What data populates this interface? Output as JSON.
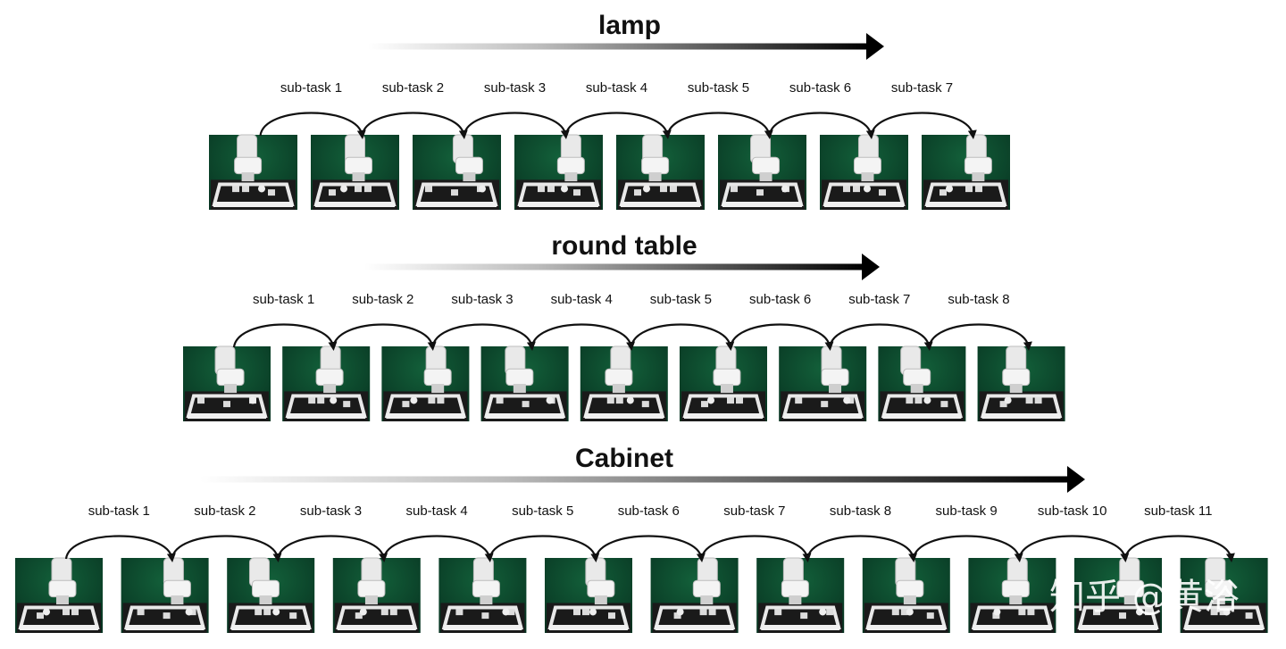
{
  "sections": [
    {
      "title": "lamp",
      "frame_count": 8,
      "labels": [
        "sub-task 1",
        "sub-task 2",
        "sub-task 3",
        "sub-task 4",
        "sub-task 5",
        "sub-task 6",
        "sub-task 7"
      ]
    },
    {
      "title": "round table",
      "frame_count": 9,
      "labels": [
        "sub-task 1",
        "sub-task 2",
        "sub-task 3",
        "sub-task 4",
        "sub-task 5",
        "sub-task 6",
        "sub-task 7",
        "sub-task 8"
      ]
    },
    {
      "title": "Cabinet",
      "frame_count": 12,
      "labels": [
        "sub-task 1",
        "sub-task 2",
        "sub-task 3",
        "sub-task 4",
        "sub-task 5",
        "sub-task 6",
        "sub-task 7",
        "sub-task 8",
        "sub-task 9",
        "sub-task 10",
        "sub-task 11"
      ]
    }
  ],
  "watermark": "知乎 @黄浴",
  "colors": {
    "background": "#0a3a22",
    "arrow": "#111111"
  }
}
